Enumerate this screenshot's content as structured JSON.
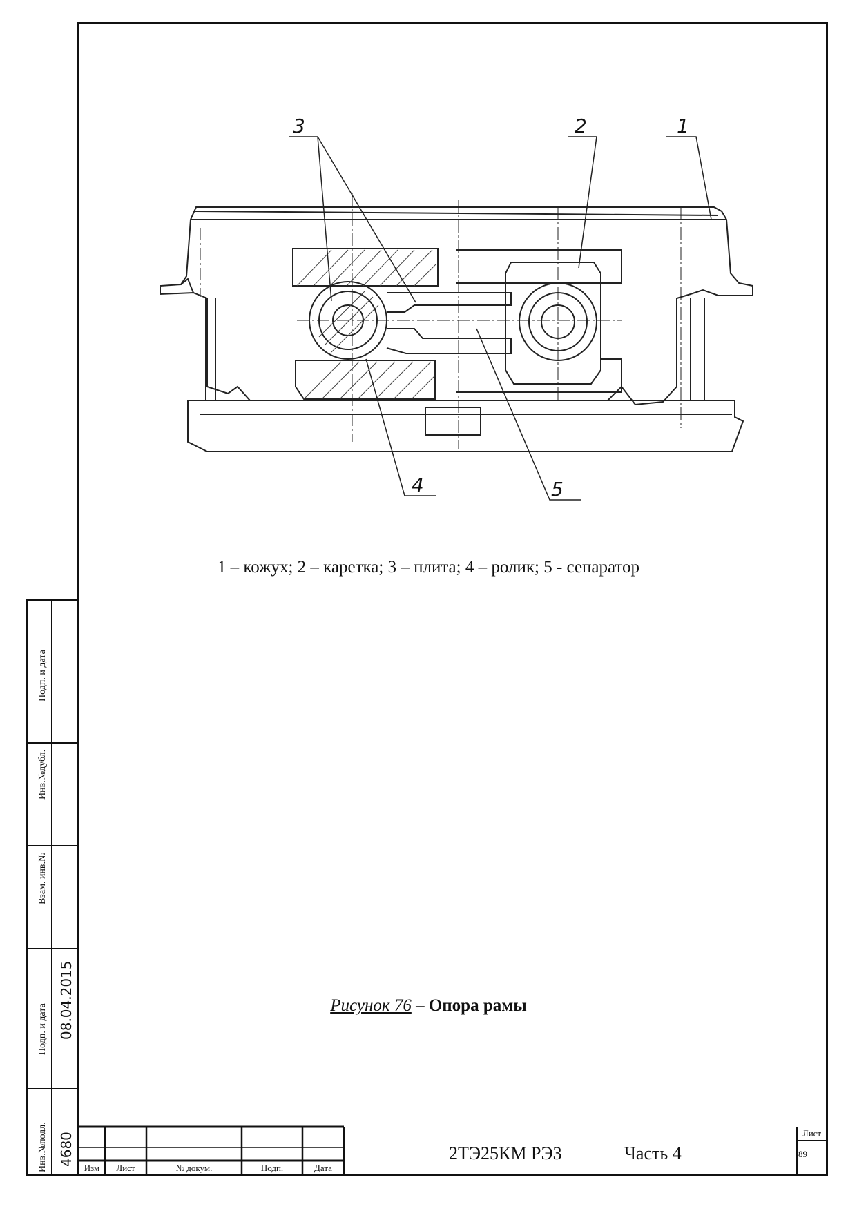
{
  "figure": {
    "callouts": [
      "1",
      "2",
      "3",
      "4",
      "5"
    ],
    "legend": "1 – кожух; 2 – каретка; 3 – плита; 4 – ролик; 5 - сепаратор",
    "caption_ref": "Рисунок 76",
    "caption_dash": " – ",
    "caption_title": "Опора рамы"
  },
  "side_stamp": {
    "labels": [
      "Подп. и дата",
      "Инв.№дубл.",
      "Взам. инв.№",
      "Подп. и дата",
      "Инв.№подл."
    ],
    "date": "08.04.2015",
    "inv_number": "4680"
  },
  "title_block": {
    "columns": [
      "Изм",
      "Лист",
      "№ докум.",
      "Подп.",
      "Дата"
    ],
    "document": "2ТЭ25КМ  РЭ3",
    "part": "Часть 4",
    "sheet_label": "Лист",
    "sheet_number": "89"
  }
}
